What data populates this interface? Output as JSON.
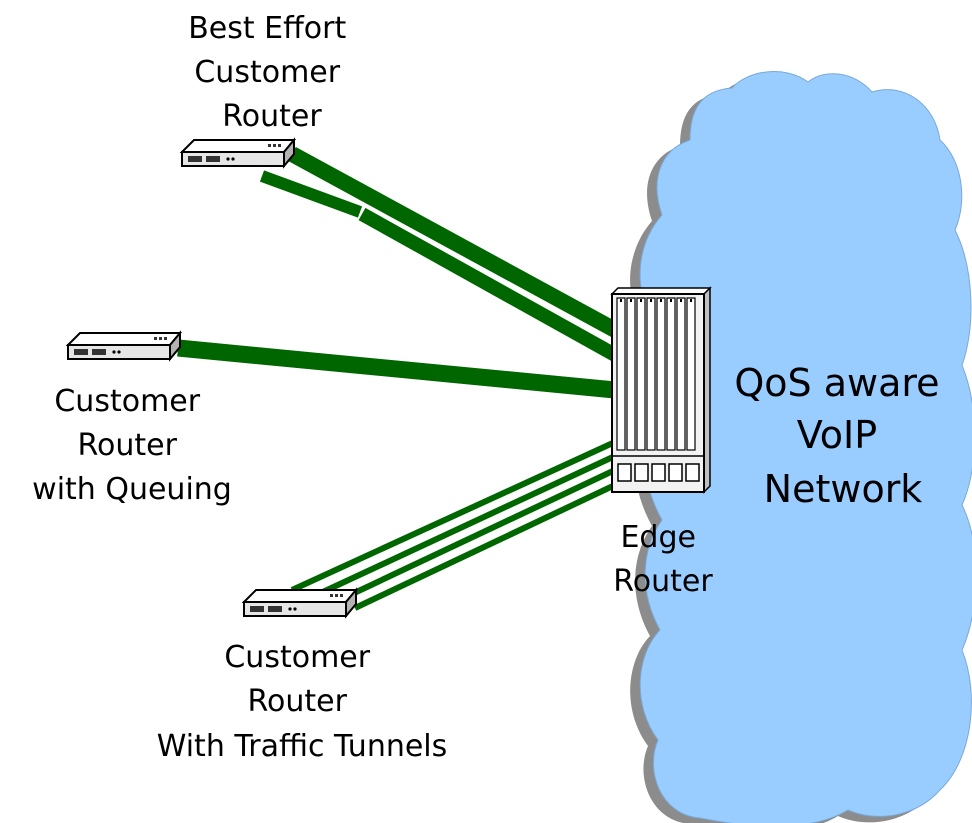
{
  "labels": {
    "best_effort": [
      "Best Effort",
      "Customer",
      "Router"
    ],
    "queuing": [
      "Customer",
      "Router",
      "with Queuing"
    ],
    "tunnels": [
      "Customer",
      "Router",
      "With Traffic Tunnels"
    ],
    "edge": [
      "Edge",
      "Router"
    ],
    "network": [
      "QoS aware",
      "VoIP",
      "Network"
    ]
  },
  "colors": {
    "background": "#ffffff",
    "cloud_fill": "#99ccff",
    "cloud_shadow": "#8c8c8c",
    "link_green": "#006600",
    "router_body": "#e6e6e6",
    "edge_router_body": "#f2f2f2"
  },
  "icons": {
    "customer_router": "desktop-router-icon",
    "edge_router": "chassis-router-icon",
    "network": "cloud-icon"
  }
}
